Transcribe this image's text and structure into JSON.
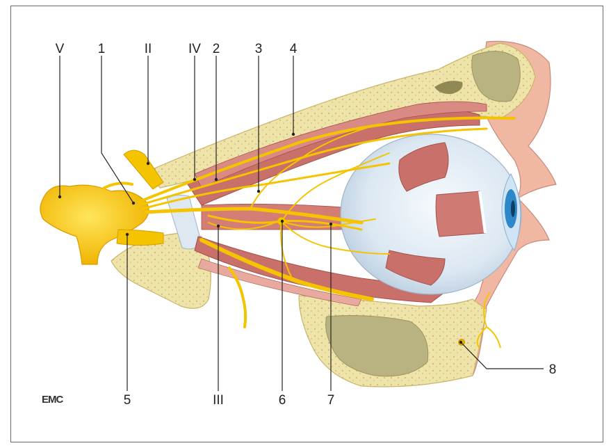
{
  "labels": {
    "V": "V",
    "n1": "1",
    "II": "II",
    "IV": "IV",
    "n2": "2",
    "n3": "3",
    "n4": "4",
    "n5": "5",
    "III": "III",
    "n6": "6",
    "n7": "7",
    "n8": "8"
  },
  "logo": "EMC",
  "colors": {
    "bone": "#eee3a8",
    "bone_edge": "#c9b46a",
    "sinus": "#b8b381",
    "muscle": "#c9706a",
    "muscle_light": "#e8a99e",
    "nerve": "#f5c400",
    "nerve_dark": "#d99a00",
    "eyeball": "#e3edf6",
    "iris": "#2e88c8",
    "skin": "#f0b8a3",
    "line": "#222222"
  }
}
